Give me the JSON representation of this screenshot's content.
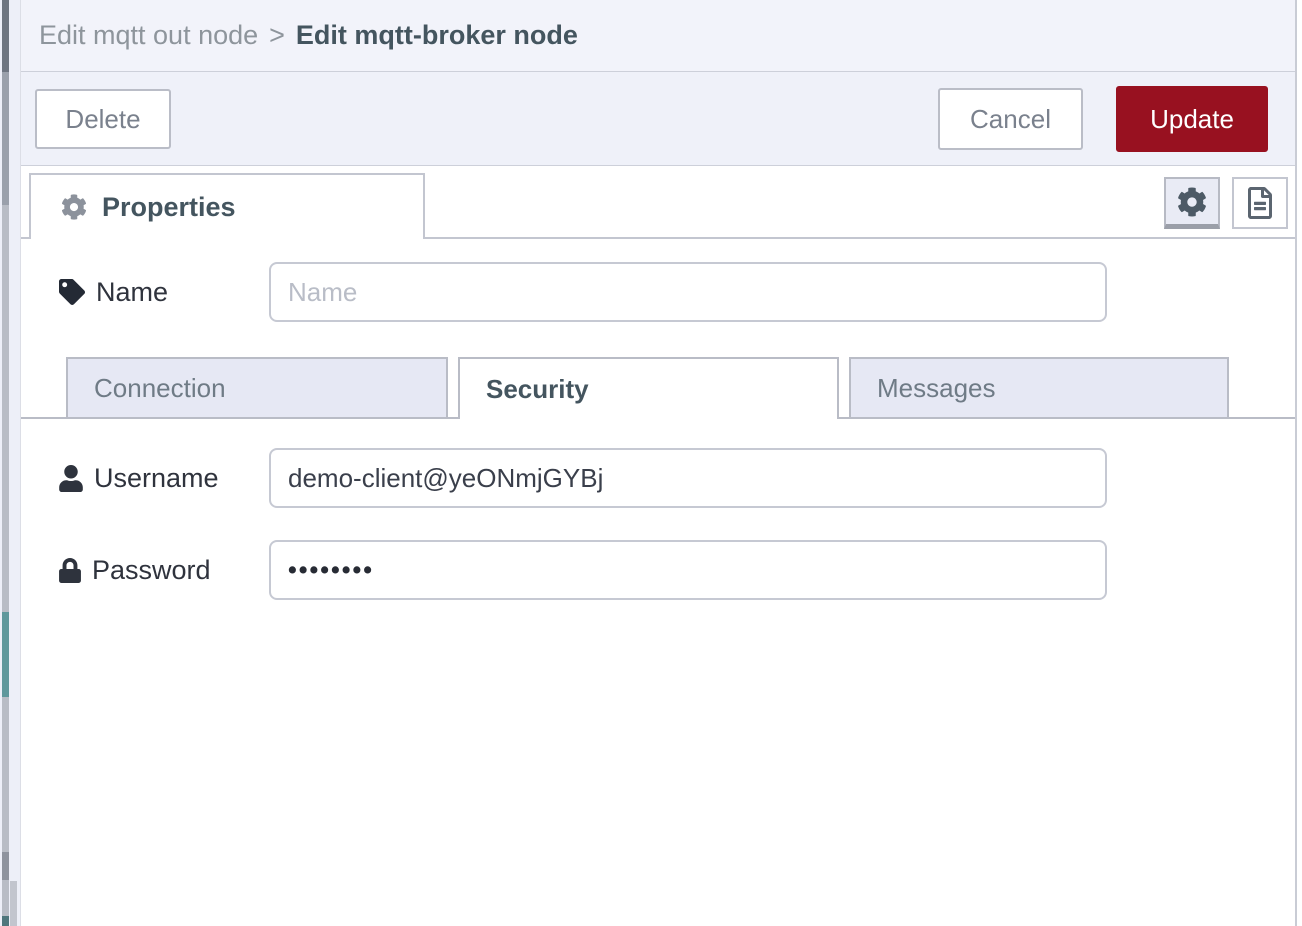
{
  "breadcrumb": {
    "parent": "Edit mqtt out node",
    "separator": ">",
    "current": "Edit mqtt-broker node"
  },
  "toolbar": {
    "delete_label": "Delete",
    "cancel_label": "Cancel",
    "update_label": "Update"
  },
  "properties_tab": {
    "label": "Properties"
  },
  "icon_buttons": {
    "gear": "node-settings-toggle",
    "doc": "node-description-toggle"
  },
  "form": {
    "name": {
      "label": "Name",
      "value": "",
      "placeholder": "Name"
    },
    "subtabs": [
      {
        "label": "Connection",
        "active": false
      },
      {
        "label": "Security",
        "active": true
      },
      {
        "label": "Messages",
        "active": false
      }
    ],
    "username": {
      "label": "Username",
      "value": "demo-client@yeONmjGYBj"
    },
    "password": {
      "label": "Password",
      "value": "••••••••"
    }
  },
  "colors": {
    "accent_red": "#981120",
    "header_bg": "#f2f3fa",
    "inactive_tab_bg": "#e6e8f4",
    "palette_teal": "#5f989c"
  }
}
